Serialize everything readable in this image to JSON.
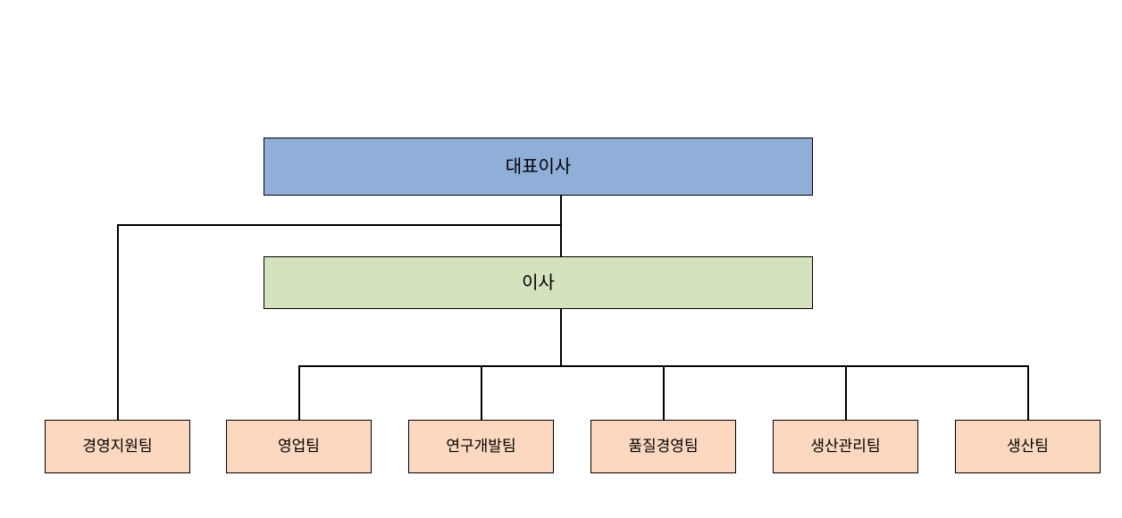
{
  "chart": {
    "title": "",
    "nodes": {
      "ceo": {
        "label": "대표이사",
        "color": "#8fafd9"
      },
      "director": {
        "label": "이사",
        "color": "#d4e3bd"
      },
      "teams": [
        {
          "label": "경영지원팀",
          "color": "#fbd8bf"
        },
        {
          "label": "영업팀",
          "color": "#fbd8bf"
        },
        {
          "label": "연구개발팀",
          "color": "#fbd8bf"
        },
        {
          "label": "품질경영팀",
          "color": "#fbd8bf"
        },
        {
          "label": "생산관리팀",
          "color": "#fbd8bf"
        },
        {
          "label": "생산팀",
          "color": "#fbd8bf"
        }
      ]
    }
  }
}
